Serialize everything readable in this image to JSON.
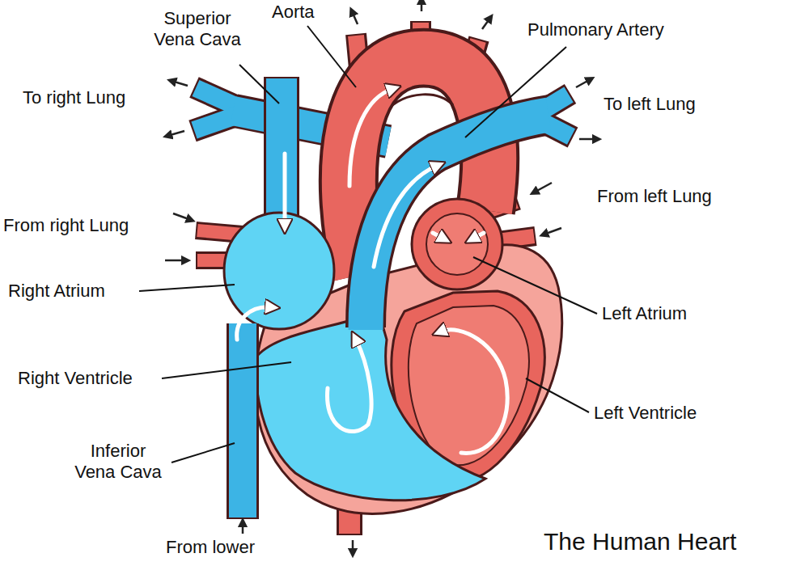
{
  "diagram": {
    "title": "The Human Heart",
    "labels": [
      "Superior Vena Cava",
      "Aorta",
      "Pulmonary Artery",
      "To right Lung",
      "To left Lung",
      "From left Lung",
      "From right Lung",
      "Right Atrium",
      "Left Atrium",
      "Right Ventricle",
      "Left Ventricle",
      "Inferior Vena Cava",
      "From lower"
    ]
  }
}
